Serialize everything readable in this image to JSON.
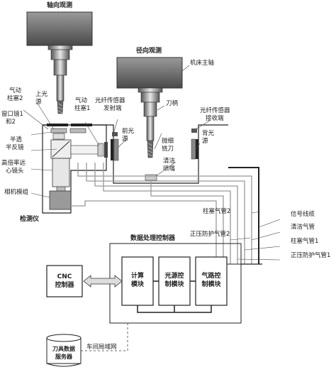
{
  "titles": {
    "axial": "轴向观测",
    "radial": "径向观测",
    "inspector": "检测仪",
    "controller": "数据处理控制器"
  },
  "labels": {
    "spindle": "机床主轴",
    "holder": "刀柄",
    "piston2_l1": "气动",
    "piston2_l2": "柱塞2",
    "top_light_l1": "上光",
    "top_light_l2": "源",
    "window_l1": "窗口镜1",
    "window_l2": "和2",
    "piston1_l1": "气动",
    "piston1_l2": "柱塞1",
    "fiber_tx_l1": "光纤传感器",
    "fiber_tx_l2": "发射端",
    "fiber_rx_l1": "光纤传感器",
    "fiber_rx_l2": "接收端",
    "front_light_l1": "前光",
    "front_light_l2": "源",
    "micro_tool_l1": "微细",
    "micro_tool_l2": "铣刀",
    "back_light_l1": "背光",
    "back_light_l2": "源",
    "semi_mirror_l1": "半透",
    "semi_mirror_l2": "半反镜",
    "clean_nozzle_l1": "清洁",
    "clean_nozzle_l2": "喷嘴",
    "telecentric_l1": "高倍率远",
    "telecentric_l2": "心镜头",
    "camera": "相机模组",
    "signal_cable": "信号线缆",
    "clean_air": "清洁气管",
    "piston_air1": "柱塞气管1",
    "piston_air2": "柱塞气管2",
    "pos_air1": "正压防护气管1",
    "pos_air2": "正压防护气管2",
    "lan": "车间局域网"
  },
  "boxes": {
    "cnc_l1": "CNC",
    "cnc_l2": "控制器",
    "calc_l1": "计算",
    "calc_l2": "模块",
    "light_l1": "光源控",
    "light_l2": "制模块",
    "gas_l1": "气路控",
    "gas_l2": "制模块",
    "server_l1": "刀具数据",
    "server_l2": "服务器"
  }
}
